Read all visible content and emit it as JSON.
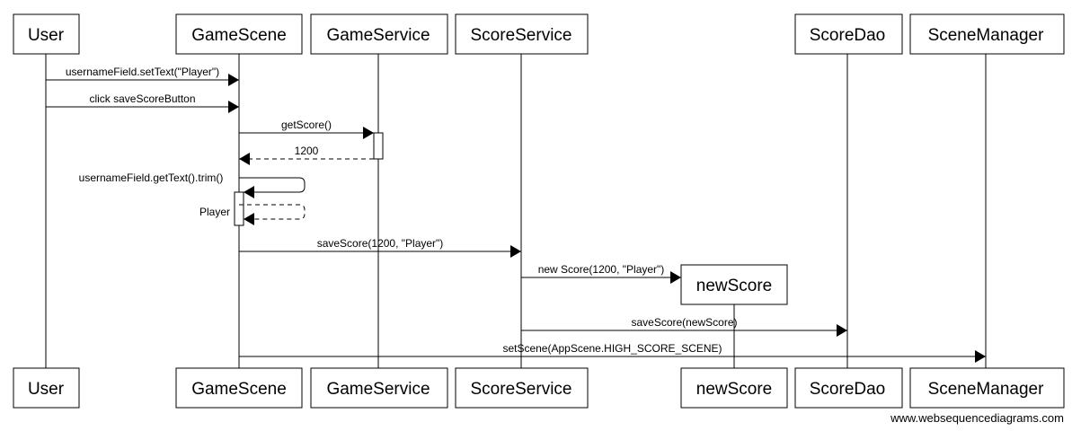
{
  "participants": [
    {
      "id": "user",
      "label": "User"
    },
    {
      "id": "gamescene",
      "label": "GameScene"
    },
    {
      "id": "gameservice",
      "label": "GameService"
    },
    {
      "id": "scoreservice",
      "label": "ScoreService"
    },
    {
      "id": "newscore",
      "label": "newScore",
      "created": true
    },
    {
      "id": "scoredao",
      "label": "ScoreDao"
    },
    {
      "id": "scenemanager",
      "label": "SceneManager"
    }
  ],
  "messages": [
    {
      "from": "user",
      "to": "gamescene",
      "label": "usernameField.setText(\"Player\")",
      "type": "sync"
    },
    {
      "from": "user",
      "to": "gamescene",
      "label": "click saveScoreButton",
      "type": "sync"
    },
    {
      "from": "gamescene",
      "to": "gameservice",
      "label": "getScore()",
      "type": "sync"
    },
    {
      "from": "gameservice",
      "to": "gamescene",
      "label": "1200",
      "type": "return"
    },
    {
      "from": "gamescene",
      "to": "gamescene",
      "label": "usernameField.getText().trim()",
      "type": "self"
    },
    {
      "from": "gamescene",
      "to": "gamescene",
      "label": "Player",
      "type": "self-return"
    },
    {
      "from": "gamescene",
      "to": "scoreservice",
      "label": "saveScore(1200, \"Player\")",
      "type": "sync"
    },
    {
      "from": "scoreservice",
      "to": "newscore",
      "label": "new Score(1200, \"Player\")",
      "type": "create"
    },
    {
      "from": "scoreservice",
      "to": "scoredao",
      "label": "saveScore(newScore)",
      "type": "sync"
    },
    {
      "from": "gamescene",
      "to": "scenemanager",
      "label": "setScene(AppScene.HIGH_SCORE_SCENE)",
      "type": "sync"
    }
  ],
  "watermark": "www.websequencediagrams.com"
}
